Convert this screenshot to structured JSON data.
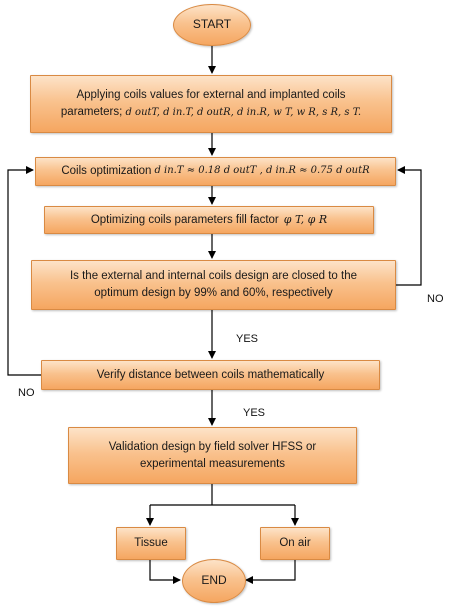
{
  "nodes": {
    "start": "START",
    "apply_line1": "Applying coils values for external and implanted coils",
    "apply_line2_prefix": "parameters;",
    "apply_line2_math": "d outT, d in.T, d outR, d in.R, w T, w R, s R, s T.",
    "optimization_prefix": "Coils optimization",
    "optimization_math": "d in.T ≈ 0.18 d outT , d in.R ≈ 0.75 d outR",
    "fill_factor_prefix": "Optimizing coils parameters fill factor",
    "fill_factor_math": "φ T, φ R",
    "decision_line1": "Is the external and internal coils design are closed to the",
    "decision_line2": "optimum design by 99% and 60%, respectively",
    "verify": "Verify distance between coils mathematically",
    "validation_line1": "Validation design by field solver HFSS or",
    "validation_line2": "experimental measurements",
    "tissue": "Tissue",
    "on_air": "On air",
    "end": "END"
  },
  "edge_labels": {
    "yes_1": "YES",
    "no_right": "NO",
    "no_left": "NO",
    "yes_2": "YES"
  },
  "colors": {
    "box_light": "#fde3c8",
    "box_dark": "#f5a660",
    "border": "#d98a43",
    "line": "#000000"
  }
}
